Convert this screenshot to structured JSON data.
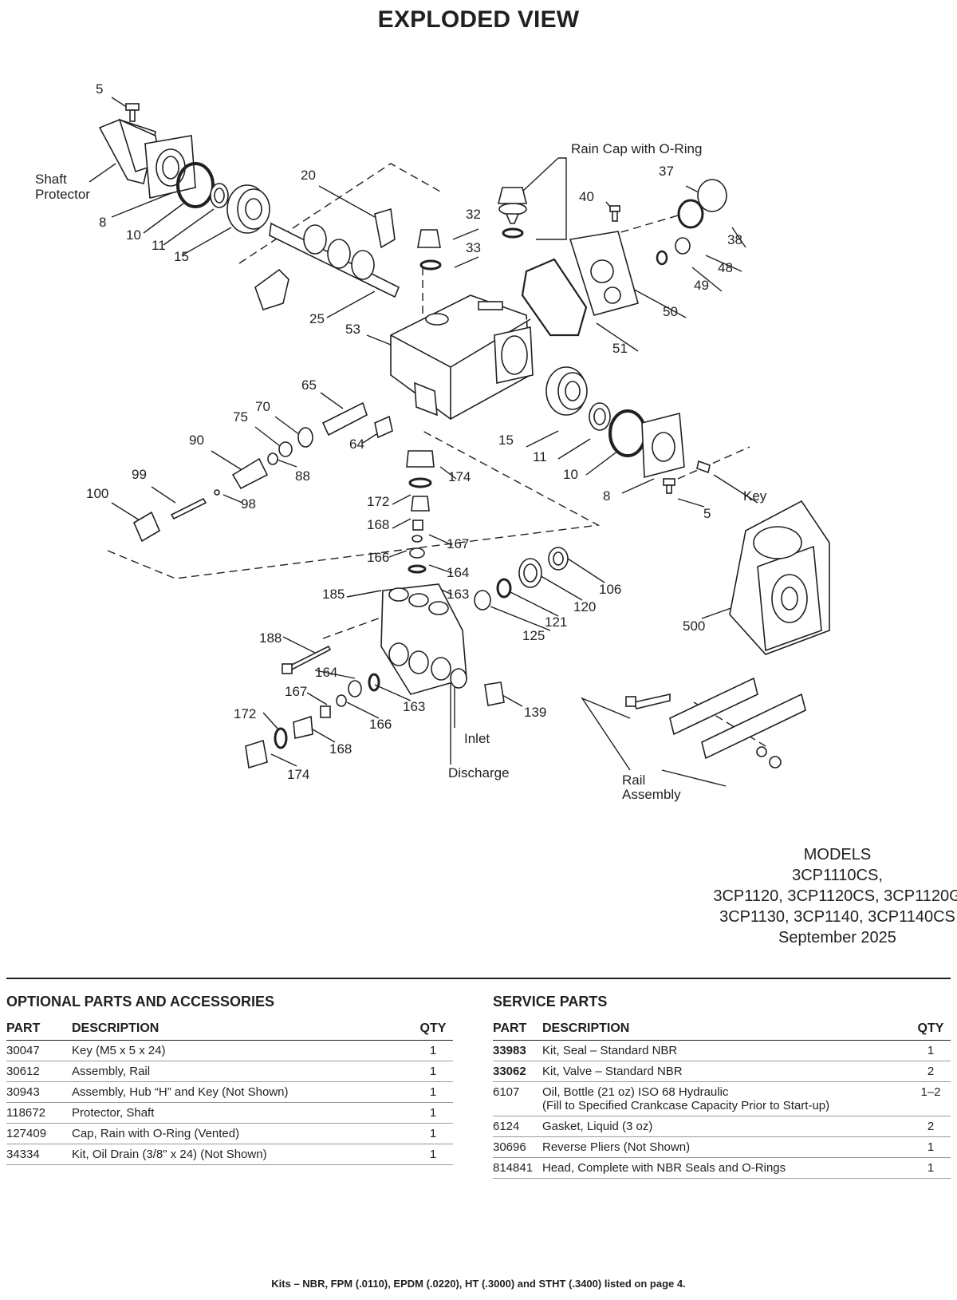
{
  "page_title": "EXPLODED VIEW",
  "callouts": {
    "c5a": "5",
    "shaft_protector_1": "Shaft",
    "shaft_protector_2": "Protector",
    "c8a": "8",
    "c10a": "10",
    "c11a": "11",
    "c15a": "15",
    "c20": "20",
    "c25": "25",
    "c32": "32",
    "c33": "33",
    "rain_cap": "Rain Cap with O-Ring",
    "c37": "37",
    "c38": "38",
    "c40": "40",
    "c48": "48",
    "c49": "49",
    "c50": "50",
    "c51": "51",
    "c53": "53",
    "c65": "65",
    "c70": "70",
    "c75": "75",
    "c90": "90",
    "c64": "64",
    "c88": "88",
    "c99": "99",
    "c98": "98",
    "c100": "100",
    "c15b": "15",
    "c11b": "11",
    "c10b": "10",
    "c8b": "8",
    "c5b": "5",
    "key": "Key",
    "c174a": "174",
    "c172a": "172",
    "c168a": "168",
    "c167a": "167",
    "c166a": "166",
    "c164a": "164",
    "c163a": "163",
    "c185": "185",
    "c106": "106",
    "c120": "120",
    "c121": "121",
    "c125": "125",
    "c500": "500",
    "c188": "188",
    "c164b": "164",
    "c167b": "167",
    "c166b": "166",
    "c163b": "163",
    "c172b": "172",
    "c168b": "168",
    "c174b": "174",
    "c139": "139",
    "inlet": "Inlet",
    "discharge": "Discharge",
    "rail_1": "Rail",
    "rail_2": "Assembly"
  },
  "models": {
    "heading": "MODELS",
    "line1": "3CP1110CS,",
    "line2": "3CP1120, 3CP1120CS, 3CP1120G",
    "line3": "3CP1130, 3CP1140, 3CP1140CS",
    "date": "September 2025"
  },
  "optional_parts": {
    "heading": "OPTIONAL PARTS AND ACCESSORIES",
    "columns": {
      "part": "PART",
      "description": "DESCRIPTION",
      "qty": "QTY"
    },
    "rows": [
      {
        "part": "30047",
        "description": "Key (M5 x 5 x 24)",
        "qty": "1"
      },
      {
        "part": "30612",
        "description": "Assembly, Rail",
        "qty": "1"
      },
      {
        "part": "30943",
        "description": "Assembly, Hub “H” and Key (Not Shown)",
        "qty": "1"
      },
      {
        "part": "118672",
        "description": "Protector, Shaft",
        "qty": "1"
      },
      {
        "part": "127409",
        "description": "Cap, Rain with O-Ring (Vented)",
        "qty": "1"
      },
      {
        "part": "34334",
        "description": "Kit, Oil Drain (3/8\" x 24) (Not Shown)",
        "qty": "1"
      }
    ]
  },
  "service_parts": {
    "heading": "SERVICE PARTS",
    "columns": {
      "part": "PART",
      "description": "DESCRIPTION",
      "qty": "QTY"
    },
    "rows": [
      {
        "part": "33983",
        "description": "Kit, Seal – Standard NBR",
        "sub": "",
        "qty": "1"
      },
      {
        "part": "33062",
        "description": "Kit, Valve – Standard NBR",
        "sub": "",
        "qty": "2"
      },
      {
        "part": "6107",
        "description": "Oil, Bottle (21 oz) ISO 68 Hydraulic",
        "sub": "(Fill to Specified Crankcase Capacity Prior to Start-up)",
        "qty": "1–2"
      },
      {
        "part": "6124",
        "description": "Gasket, Liquid (3 oz)",
        "sub": "",
        "qty": "2"
      },
      {
        "part": "30696",
        "description": "Reverse Pliers (Not Shown)",
        "sub": "",
        "qty": "1"
      },
      {
        "part": "814841",
        "description": "Head, Complete with NBR Seals and O-Rings",
        "sub": "",
        "qty": "1"
      }
    ]
  },
  "footnote": "Kits – NBR, FPM (.0110), EPDM (.0220), HT (.3000) and STHT (.3400) listed on page 4."
}
